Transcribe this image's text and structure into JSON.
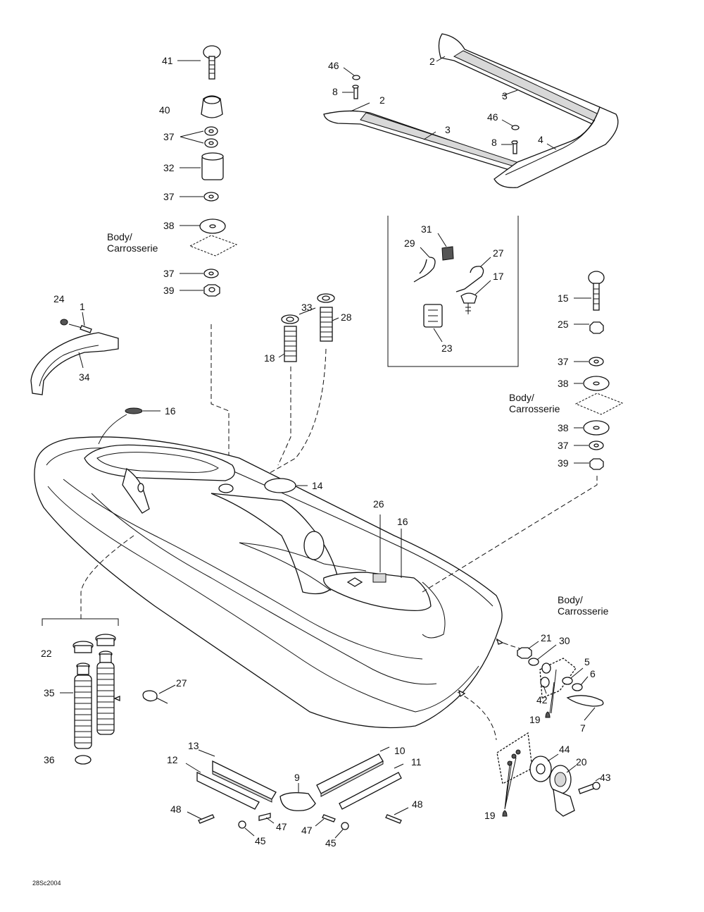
{
  "diagram": {
    "code": "28Sc2004",
    "body_note_line1": "Body/",
    "body_note_line2": "Carrosserie",
    "labels": {
      "p41": "41",
      "p40": "40",
      "p37a": "37",
      "p32": "32",
      "p37b": "37",
      "p38a": "38",
      "p37c": "37",
      "p39a": "39",
      "p46a": "46",
      "p8a": "8",
      "p2a": "2",
      "p2b": "2",
      "p3a": "3",
      "p3b": "3",
      "p46b": "46",
      "p8b": "8",
      "p4": "4",
      "p31": "31",
      "p29": "29",
      "p27a": "27",
      "p17": "17",
      "p23": "23",
      "p24": "24",
      "p1": "1",
      "p34": "34",
      "p33": "33",
      "p28": "28",
      "p18": "18",
      "p16a": "16",
      "p14": "14",
      "p26": "26",
      "p16b": "16",
      "p15": "15",
      "p25": "25",
      "p37d": "37",
      "p38b": "38",
      "p38c": "38",
      "p37e": "37",
      "p39b": "39",
      "p22": "22",
      "p35": "35",
      "p36": "36",
      "p27b": "27",
      "p21": "21",
      "p30": "30",
      "p5": "5",
      "p6": "6",
      "p42": "42",
      "p19a": "19",
      "p7": "7",
      "p44": "44",
      "p20": "20",
      "p43": "43",
      "p19b": "19",
      "p13": "13",
      "p10": "10",
      "p12": "12",
      "p11": "11",
      "p9": "9",
      "p48a": "48",
      "p48b": "48",
      "p47a": "47",
      "p47b": "47",
      "p45a": "45",
      "p45b": "45"
    }
  }
}
